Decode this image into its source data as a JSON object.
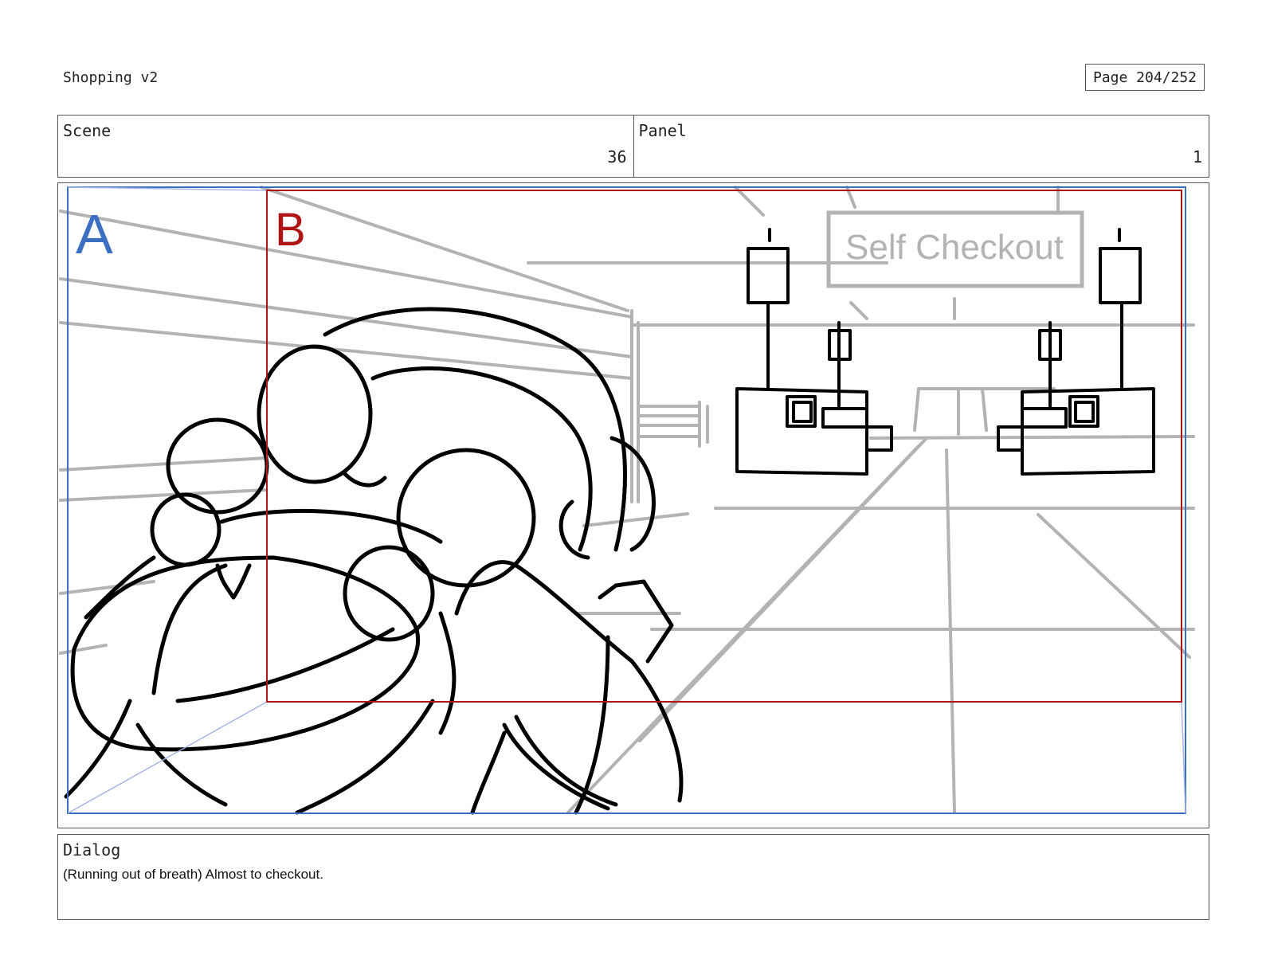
{
  "header": {
    "title": "Shopping v2",
    "page": "Page 204/252"
  },
  "scene": {
    "label": "Scene",
    "value": "36"
  },
  "panel": {
    "label": "Panel",
    "value": "1"
  },
  "frame": {
    "marker_a": "A",
    "marker_b": "B",
    "sign_text": "Self Checkout",
    "colors": {
      "frame_a": "#3a6fc4",
      "frame_b": "#b01515",
      "sketch": "#000000",
      "background_lines": "#b3b3b3"
    }
  },
  "dialog": {
    "label": "Dialog",
    "text": "(Running out of breath) Almost to checkout."
  }
}
